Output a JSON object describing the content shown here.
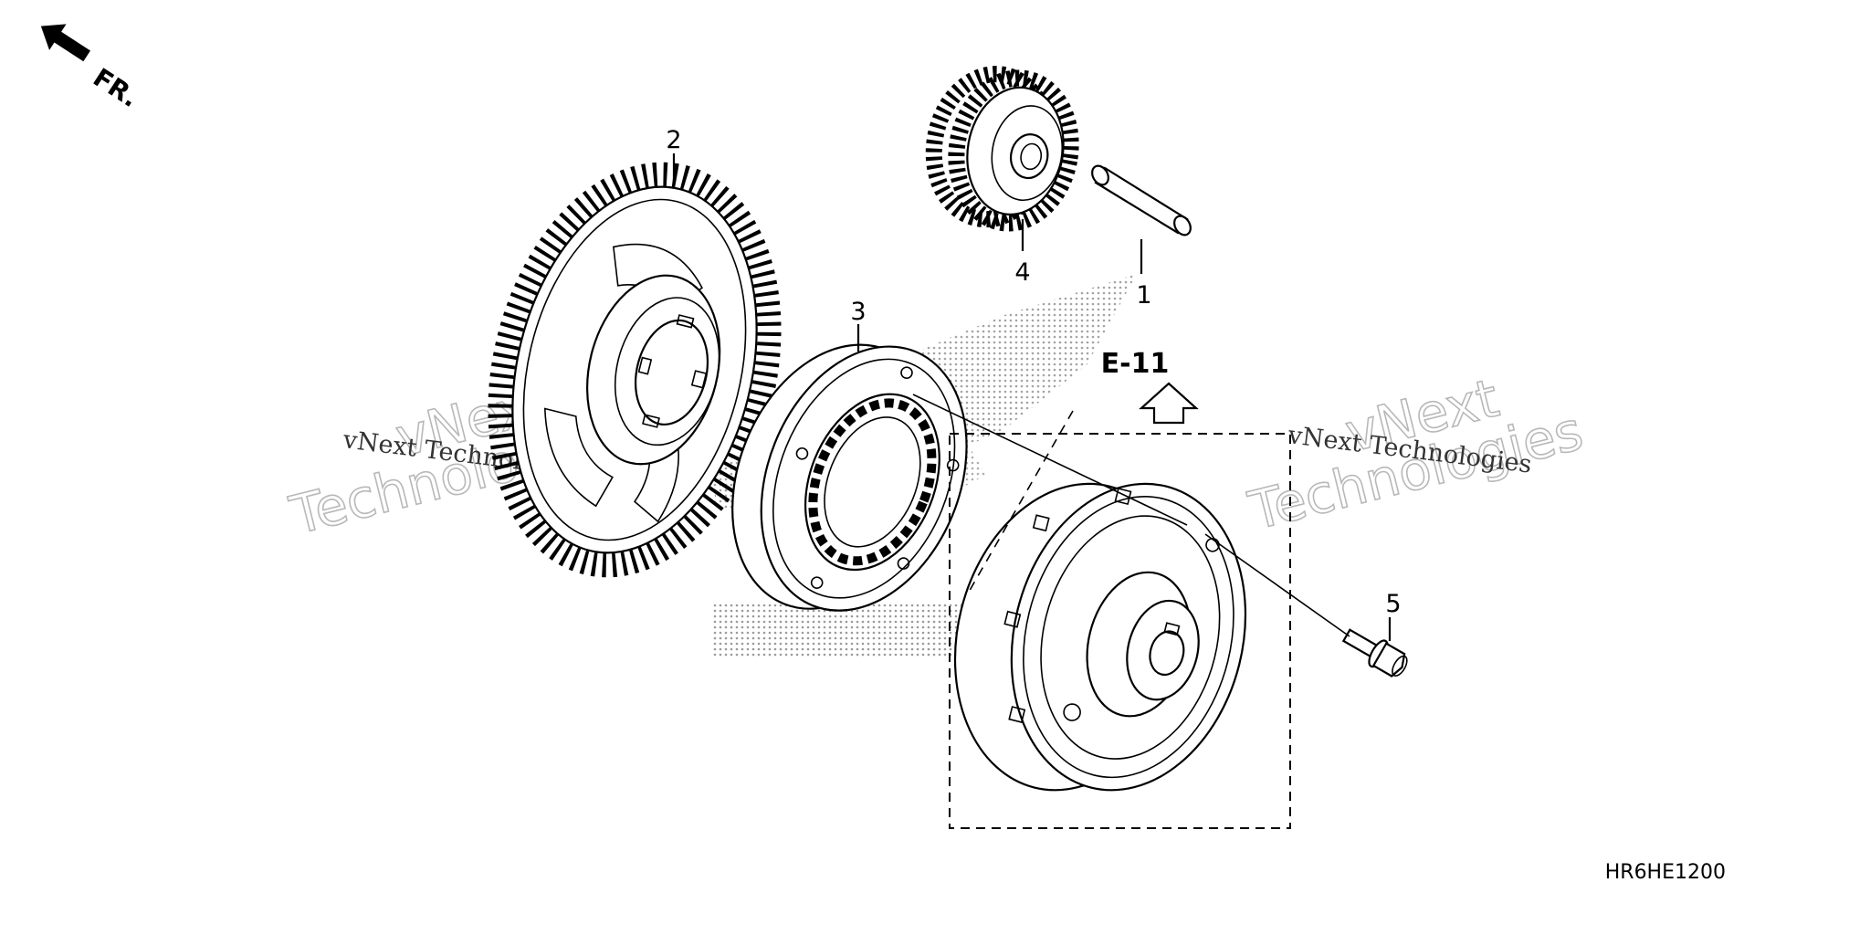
{
  "diagram": {
    "orientation": {
      "label": "FR.",
      "icon": "front-direction-arrow-icon"
    },
    "callouts": [
      {
        "id": "1",
        "label": "1"
      },
      {
        "id": "2",
        "label": "2"
      },
      {
        "id": "3",
        "label": "3"
      },
      {
        "id": "4",
        "label": "4"
      },
      {
        "id": "5",
        "label": "5"
      }
    ],
    "reference": {
      "label": "E-11",
      "icon": "up-arrow-icon"
    },
    "diagram_code": "HR6HE1200",
    "watermarks": [
      {
        "line1": "vNext Technologies",
        "line2": "vNext",
        "line3": "Technologies"
      },
      {
        "line1": "vNext Technologies",
        "line2": "vNext",
        "line3": "Technologies"
      }
    ],
    "colors": {
      "line": "#000000",
      "background": "#ffffff",
      "watermark": "#b8b8b8"
    }
  }
}
